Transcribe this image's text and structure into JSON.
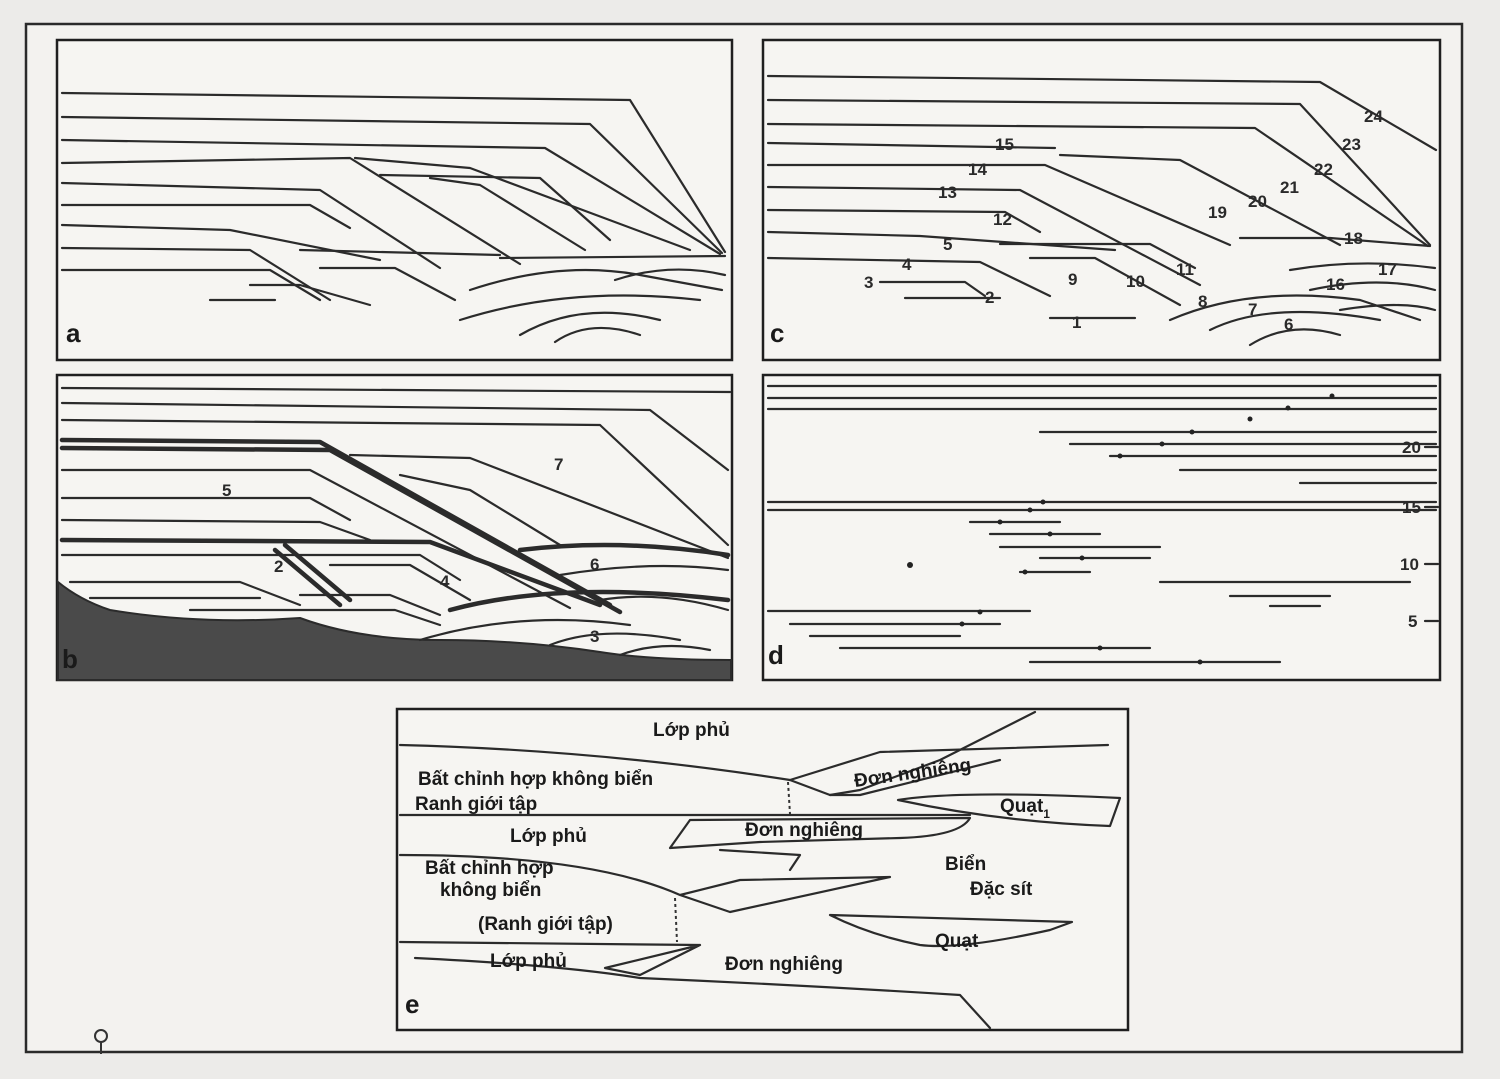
{
  "panels": {
    "a": {
      "label": "a"
    },
    "b": {
      "label": "b",
      "numbers": [
        "5",
        "7",
        "2",
        "4",
        "6",
        "3"
      ]
    },
    "c": {
      "label": "c",
      "numbers": [
        "15",
        "14",
        "13",
        "12",
        "5",
        "4",
        "3",
        "2",
        "1",
        "9",
        "10",
        "11",
        "8",
        "7",
        "6",
        "19",
        "20",
        "21",
        "22",
        "23",
        "24",
        "18",
        "17",
        "16"
      ]
    },
    "d": {
      "label": "d",
      "ticks": [
        "20",
        "15",
        "10",
        "5"
      ]
    },
    "e": {
      "label": "e",
      "texts": [
        "Lớp phủ",
        "Đơn nghiêng",
        "Bất chỉnh hợp không biển",
        "Ranh giới tập",
        "Quạt",
        "Lớp phủ",
        "Đơn nghiêng",
        "Biển",
        "Đặc sít",
        "Bất chỉnh hợp không biển",
        "(Ranh giới tập)",
        "Quạt",
        "Lớp phủ",
        "Đơn nghiêng"
      ],
      "subscript": "1"
    }
  }
}
